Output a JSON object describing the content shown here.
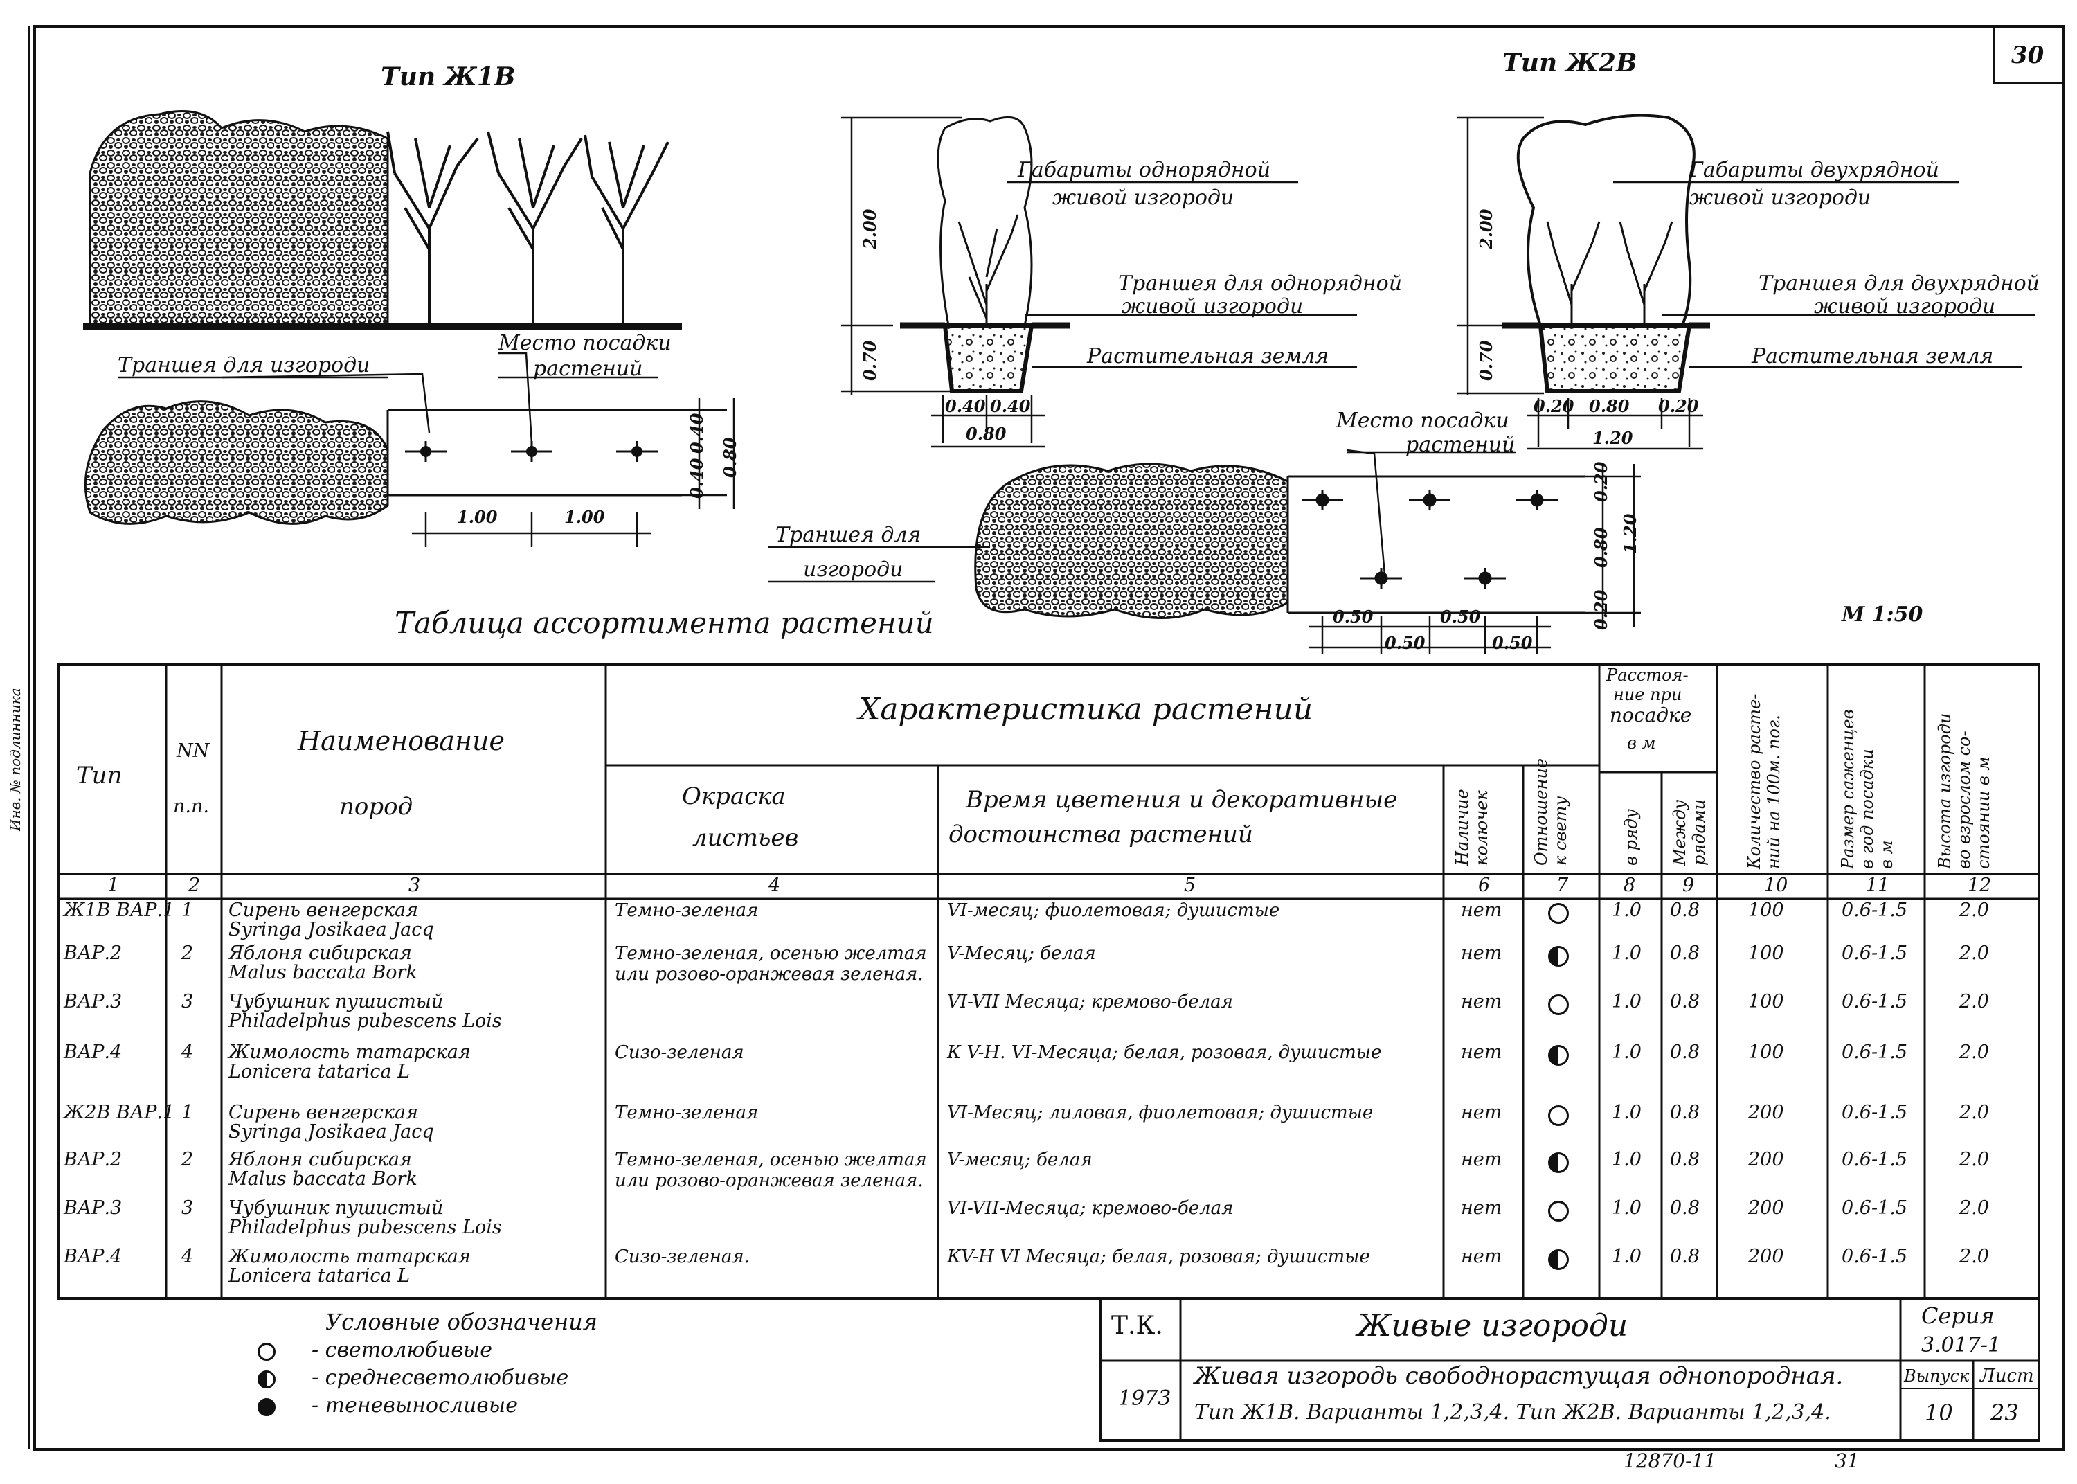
{
  "sheet_number": "30",
  "type1": {
    "title": "Тип Ж1В",
    "trench_label": "Траншея для изгороди",
    "planting_label_1": "Место посадки",
    "planting_label_2": "растений",
    "dims": {
      "row_offset_top": "0.40",
      "row_offset_bottom": "0.40",
      "width": "0.80",
      "spacing_1": "1.00",
      "spacing_2": "1.00"
    }
  },
  "type2": {
    "title": "Тип Ж2В",
    "gabarit_1": "Габариты двухрядной",
    "gabarit_2": "живой изгороди",
    "trench_1": "Траншея для двухрядной",
    "trench_2": "живой изгороди",
    "soil": "Растительная земля",
    "height_top": "2.00",
    "height_bottom": "0.70",
    "dims_bottom": [
      "0.20",
      "0.80",
      "0.20"
    ],
    "dim_total": "1.20"
  },
  "type_single": {
    "gabarit_1": "Габариты однорядной",
    "gabarit_2": "живой изгороди",
    "trench_1": "Траншея для однорядной",
    "trench_2": "живой изгороди",
    "soil": "Растительная земля",
    "height_top": "2.00",
    "height_bottom": "0.70",
    "dims_bottom": [
      "0.40",
      "0.40"
    ],
    "dim_total": "0.80"
  },
  "plan2": {
    "planting_1": "Место посадки",
    "planting_2": "растений",
    "trench_1": "Траншея для",
    "trench_2": "изгороди",
    "vdims": [
      "0.20",
      "0.80",
      "0.20"
    ],
    "vtotal": "1.20",
    "hdims_top": [
      "0.50",
      "0.50"
    ],
    "hdims_bottom": [
      "0.50",
      "0.50"
    ]
  },
  "scale": "М 1:50",
  "table_title": "Таблица ассортимента растений",
  "table": {
    "headers": {
      "type": "Тип",
      "nn_1": "NN",
      "nn_2": "п.п.",
      "name_1": "Наименование",
      "name_2": "пород",
      "characteristics": "Характеристика растений",
      "leaf_1": "Окраска",
      "leaf_2": "листьев",
      "bloom_1": "Время цветения и декоративные",
      "bloom_2": "достоинства растений",
      "thorns_1": "Наличие",
      "thorns_2": "колючек",
      "light_1": "Отношение",
      "light_2": "к свету",
      "distance_1": "Расстоя-",
      "distance_2": "ние при",
      "distance_3": "посадке",
      "distance_4": "в м",
      "in_row": "в ряду",
      "between_1": "Между",
      "between_2": "рядами",
      "qty_1": "Количество расте-",
      "qty_2": "ний на 100м. пог.",
      "size_1": "Размер саженцев",
      "size_2": "в год посадки",
      "size_3": "в м",
      "height_1": "Высота изгороди",
      "height_2": "во взрослом со-",
      "height_3": "стоянии в м"
    },
    "col_numbers": [
      "1",
      "2",
      "3",
      "4",
      "5",
      "6",
      "7",
      "8",
      "9",
      "10",
      "11",
      "12"
    ],
    "rows": [
      {
        "type": "Ж1В ВАР.1",
        "n": "1",
        "name": "Сирень венгерская",
        "latin": "Syringa Josikaea Jacq",
        "leaf": "Темно-зеленая",
        "bloom": "VI-месяц; фиолетовая; душистые",
        "thorns": "нет",
        "light": "light",
        "in_row": "1.0",
        "between": "0.8",
        "qty": "100",
        "size": "0.6-1.5",
        "height": "2.0"
      },
      {
        "type": "ВАР.2",
        "n": "2",
        "name": "Яблоня сибирская",
        "latin": "Malus baccata Bork",
        "leaf": "Темно-зеленая, осенью желтая или розово-оранжевая зеленая.",
        "bloom": "V-Месяц; белая",
        "thorns": "нет",
        "light": "medium",
        "in_row": "1.0",
        "between": "0.8",
        "qty": "100",
        "size": "0.6-1.5",
        "height": "2.0"
      },
      {
        "type": "ВАР.3",
        "n": "3",
        "name": "Чубушник пушистый",
        "latin": "Philadelphus pubescens Lois",
        "leaf": "",
        "bloom": "VI-VII Месяца; кремово-белая",
        "thorns": "нет",
        "light": "light",
        "in_row": "1.0",
        "between": "0.8",
        "qty": "100",
        "size": "0.6-1.5",
        "height": "2.0"
      },
      {
        "type": "ВАР.4",
        "n": "4",
        "name": "Жимолость татарская",
        "latin": "Lonicera tatarica L",
        "leaf": "Сизо-зеленая",
        "bloom": "К V-Н. VI-Месяца; белая, розовая, душистые",
        "thorns": "нет",
        "light": "medium",
        "in_row": "1.0",
        "between": "0.8",
        "qty": "100",
        "size": "0.6-1.5",
        "height": "2.0"
      },
      {
        "type": "Ж2В ВАР.1",
        "n": "1",
        "name": "Сирень венгерская",
        "latin": "Syringa Josikaea Jacq",
        "leaf": "Темно-зеленая",
        "bloom": "VI-Месяц; лиловая, фиолетовая; душистые",
        "thorns": "нет",
        "light": "light",
        "in_row": "1.0",
        "between": "0.8",
        "qty": "200",
        "size": "0.6-1.5",
        "height": "2.0"
      },
      {
        "type": "ВАР.2",
        "n": "2",
        "name": "Яблоня сибирская",
        "latin": "Malus baccata Bork",
        "leaf": "Темно-зеленая, осенью желтая или розово-оранжевая зеленая.",
        "bloom": "V-месяц; белая",
        "thorns": "нет",
        "light": "medium",
        "in_row": "1.0",
        "between": "0.8",
        "qty": "200",
        "size": "0.6-1.5",
        "height": "2.0"
      },
      {
        "type": "ВАР.3",
        "n": "3",
        "name": "Чубушник пушистый",
        "latin": "Philadelphus pubescens Lois",
        "leaf": "",
        "bloom": "VI-VII-Месяца; кремово-белая",
        "thorns": "нет",
        "light": "light",
        "in_row": "1.0",
        "between": "0.8",
        "qty": "200",
        "size": "0.6-1.5",
        "height": "2.0"
      },
      {
        "type": "ВАР.4",
        "n": "4",
        "name": "Жимолость татарская",
        "latin": "Lonicera tatarica L",
        "leaf": "Сизо-зеленая.",
        "bloom": "КV-Н VI Месяца; белая, розовая; душистые",
        "thorns": "нет",
        "light": "medium",
        "in_row": "1.0",
        "between": "0.8",
        "qty": "200",
        "size": "0.6-1.5",
        "height": "2.0"
      }
    ]
  },
  "legend": {
    "title": "Условные обозначения",
    "items": [
      {
        "symbol": "light",
        "label": "- светолюбивые"
      },
      {
        "symbol": "medium",
        "label": "- среднесветолюбивые"
      },
      {
        "symbol": "shade",
        "label": "- теневыносливые"
      }
    ]
  },
  "stamp": {
    "tk": "Т.К.",
    "year": "1973",
    "title": "Живые изгороди",
    "series_label": "Серия",
    "series_value": "3.017-1",
    "description_1": "Живая изгородь свободнорастущая однопородная.",
    "description_2": "Тип Ж1В. Варианты 1,2,3,4. Тип Ж2В. Варианты 1,2,3,4.",
    "issue_label": "Выпуск",
    "issue_value": "10",
    "sheet_label": "Лист",
    "sheet_value": "23"
  },
  "footer": {
    "code": "12870-11",
    "page": "31"
  },
  "margin_note": "Инв. № подлинника",
  "colors": {
    "ink": "#111111",
    "paper": "#ffffff",
    "shrub": "#2a2a2a"
  }
}
